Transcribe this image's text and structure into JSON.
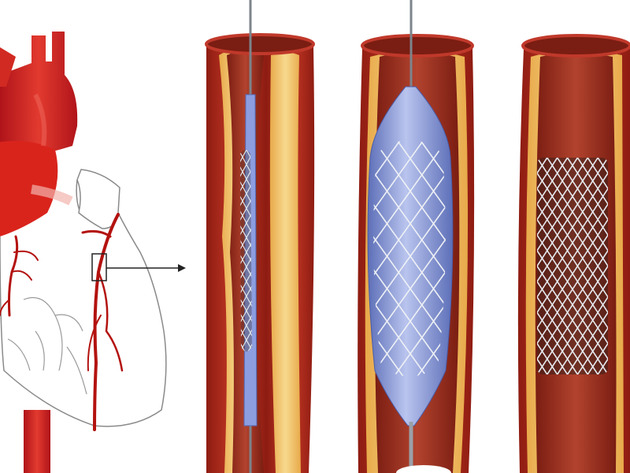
{
  "diagram": {
    "type": "stent-angioplasty-illustration",
    "labels": [],
    "panels": [
      {
        "name": "heart-with-coronary-arteries",
        "detail": "magnified-region-marker"
      },
      {
        "name": "catheter-with-crimped-stent",
        "stage": 1
      },
      {
        "name": "inflated-balloon-expanding-stent",
        "stage": 2
      },
      {
        "name": "deployed-stent",
        "stage": 3
      }
    ],
    "colors": {
      "artery_wall": "#c0392b",
      "artery_dark": "#8e1c12",
      "artery_inner": "#a8331f",
      "plaque": "#f2c46a",
      "aorta": "#d11f1f",
      "balloon": "#7d8fd6",
      "catheter": "#9aa0a8",
      "stent_mesh": "#d9dde3",
      "outline": "#777777"
    }
  }
}
